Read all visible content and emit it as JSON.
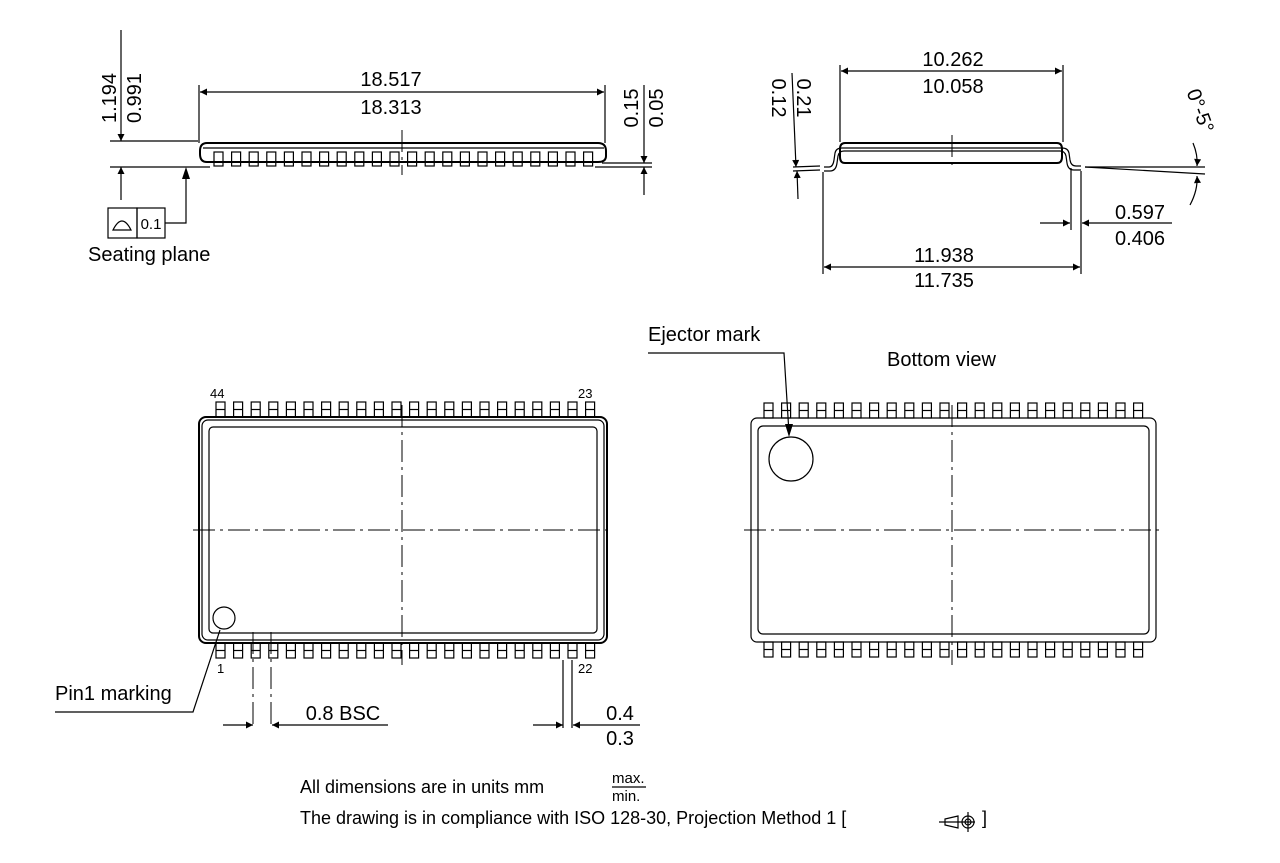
{
  "drawing": {
    "side_view": {
      "height_max": "1.194",
      "height_min": "0.991",
      "length_max": "18.517",
      "length_min": "18.313",
      "standoff_max": "0.15",
      "standoff_min": "0.05",
      "coplanarity_symbol": "profile-of-surface",
      "coplanarity_value": "0.1",
      "seating_plane_label": "Seating plane"
    },
    "end_view": {
      "body_width_max": "10.262",
      "body_width_min": "10.058",
      "lead_thickness_max": "0.21",
      "lead_thickness_min": "0.12",
      "lead_angle": "0°-5°",
      "foot_length_max": "0.597",
      "foot_length_min": "0.406",
      "overall_width_max": "11.938",
      "overall_width_min": "11.735"
    },
    "top_view": {
      "pin_top_left": "44",
      "pin_top_right": "23",
      "pin_bottom_left": "1",
      "pin_bottom_right": "22",
      "pin1_marking_label": "Pin1 marking",
      "pitch_label": "0.8 BSC",
      "lead_width_max": "0.4",
      "lead_width_min": "0.3",
      "pins_per_side": 22
    },
    "bottom_view": {
      "title": "Bottom view",
      "ejector_mark_label": "Ejector mark"
    },
    "notes": {
      "units_text": "All dimensions are in units mm",
      "units_max": "max.",
      "units_min": "min.",
      "iso_text": "The drawing is in compliance with ISO 128-30, Projection Method 1 [",
      "iso_close": "]",
      "projection_symbol": "first-angle-projection"
    }
  }
}
